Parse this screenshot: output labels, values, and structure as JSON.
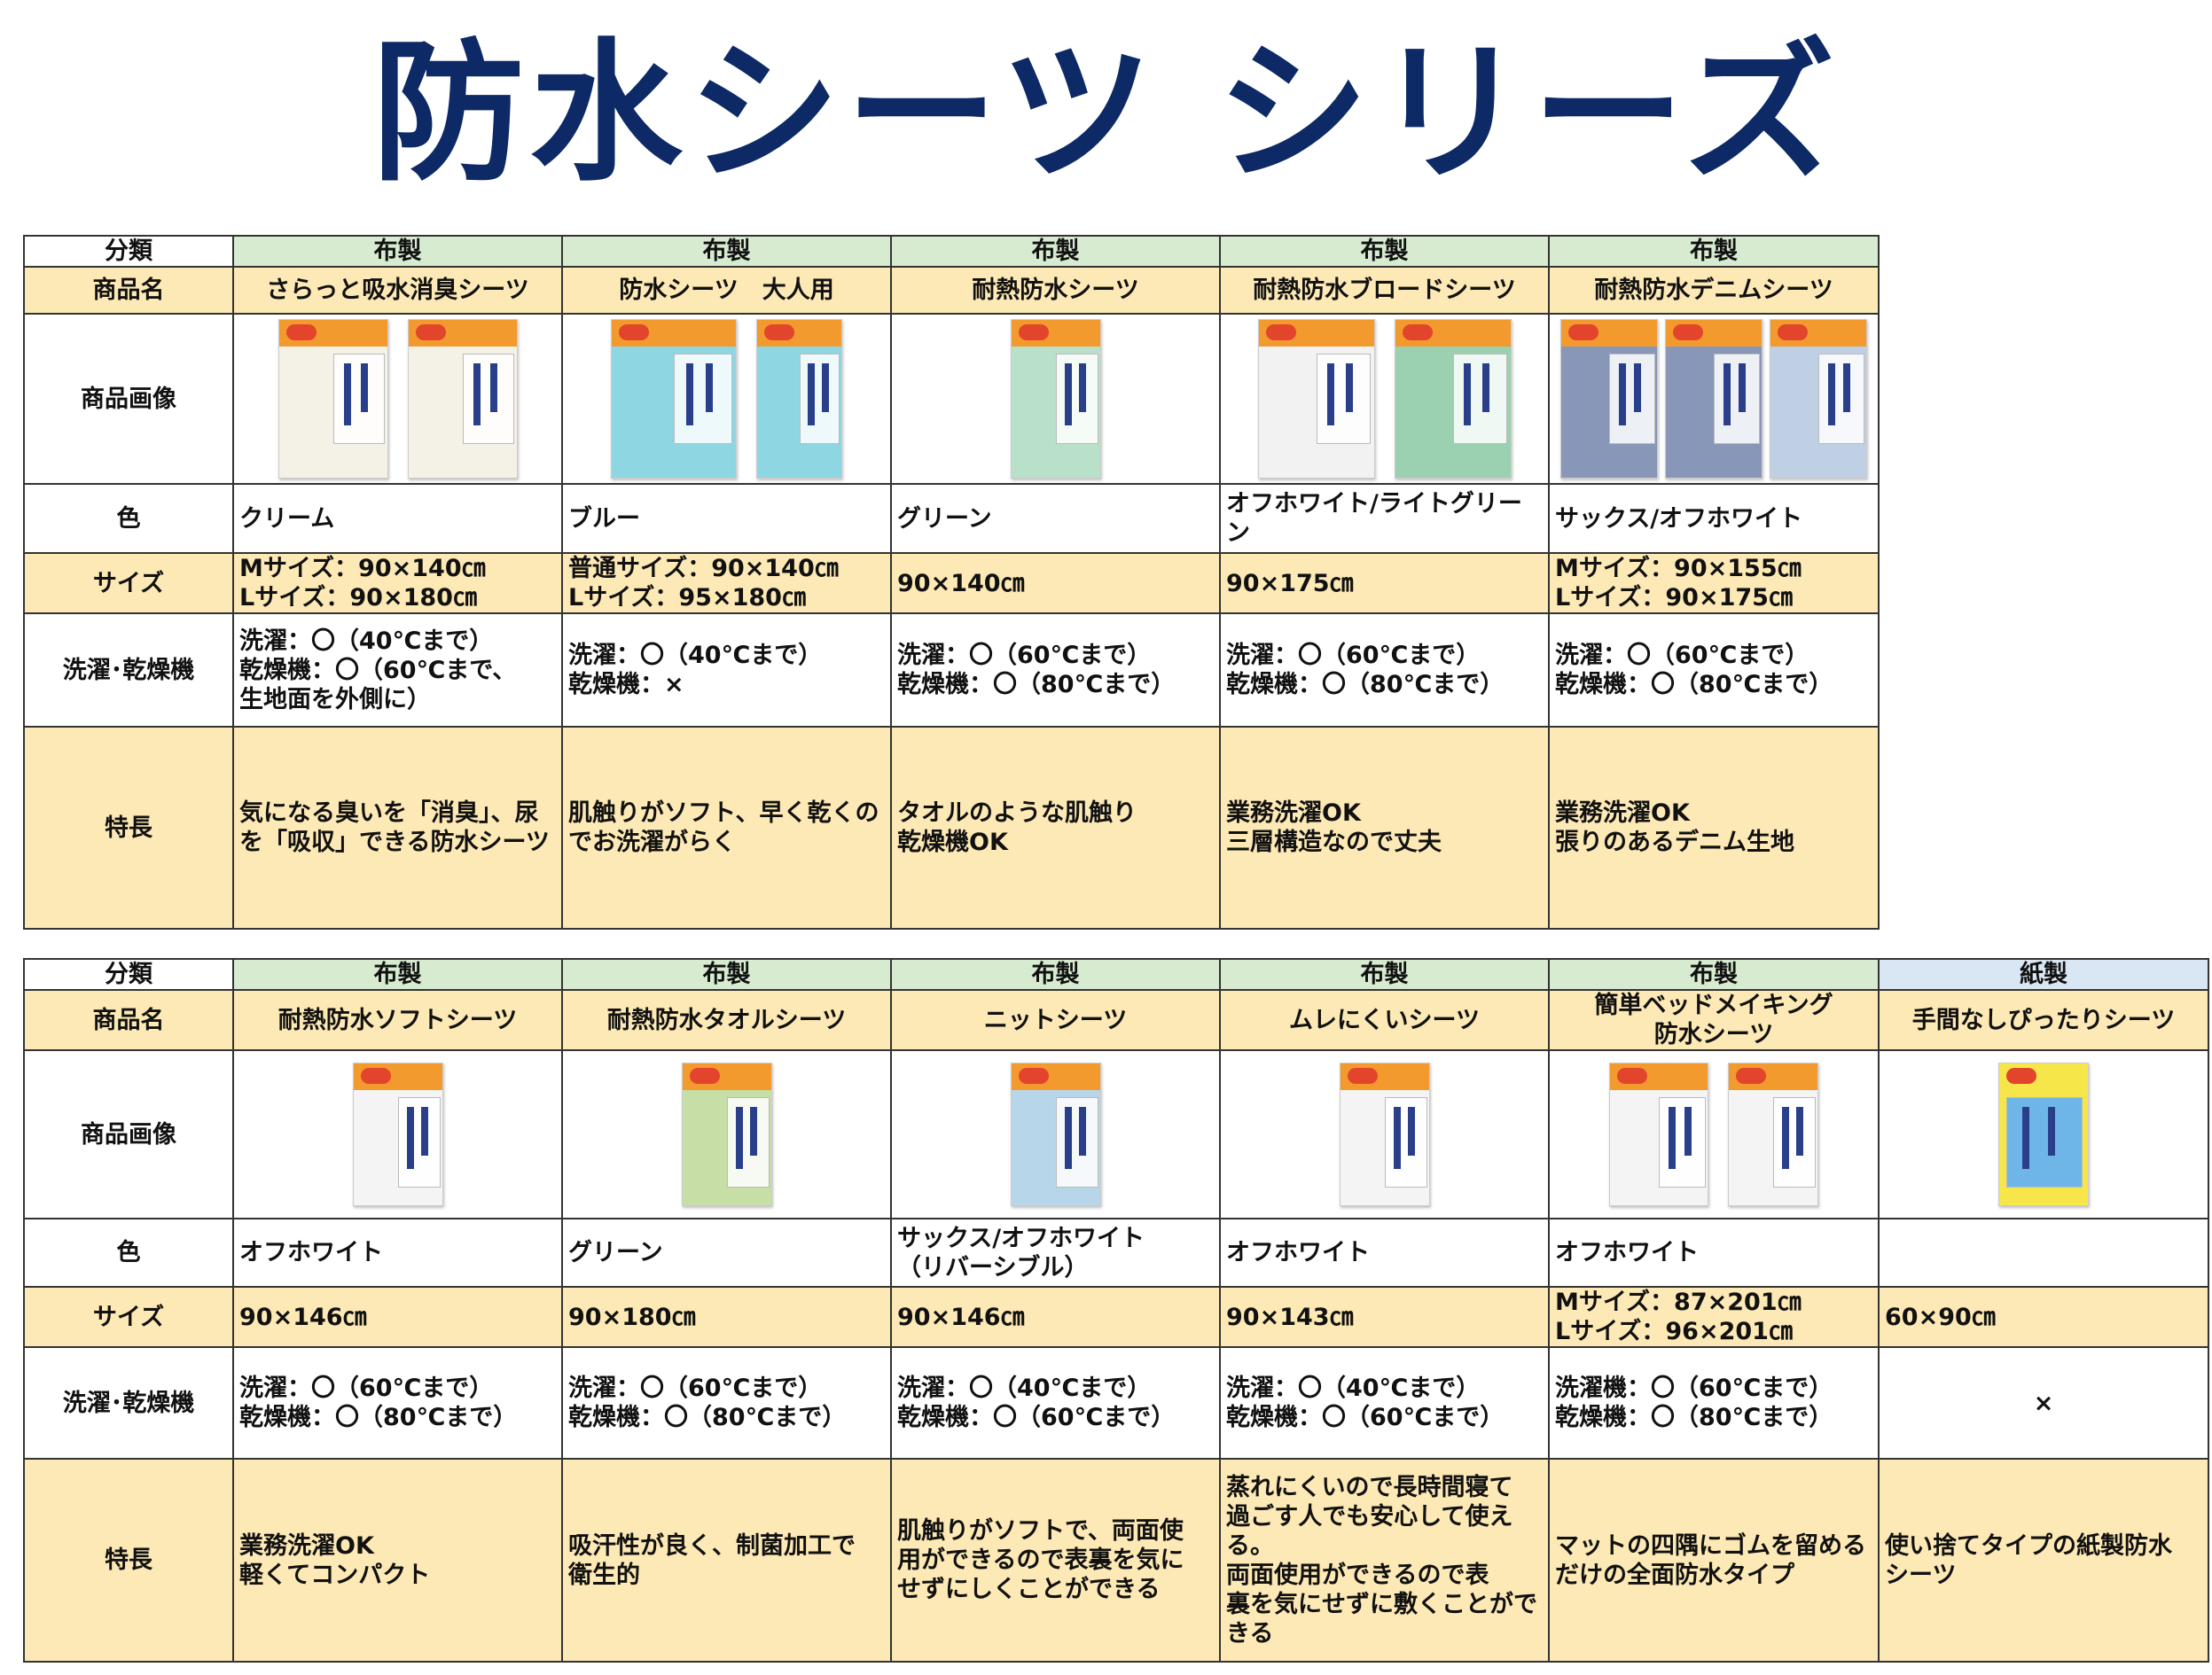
{
  "title": "防水シーツ シリーズ",
  "row_headers": {
    "category": "分類",
    "name": "商品名",
    "image": "商品画像",
    "color": "色",
    "size": "サイズ",
    "wash": "洗濯･乾燥機",
    "feature": "特長"
  },
  "table1": {
    "products": [
      {
        "category": "布製",
        "name": "さらっと吸水消臭シーツ",
        "image_icon": "sheet-package-icon",
        "color": "クリーム",
        "size": "Mサイズ：90×140㎝\nLサイズ：90×180㎝",
        "wash": "洗濯：〇（40℃まで）\n乾燥機：〇（60℃まで、\n生地面を外側に）",
        "feature": "気になる臭いを「消臭」、尿\nを「吸収」できる防水シーツ"
      },
      {
        "category": "布製",
        "name": "防水シーツ　大人用",
        "image_icon": "sheet-package-icon",
        "color": "ブルー",
        "size": "普通サイズ：90×140㎝\nLサイズ：95×180㎝",
        "wash": "洗濯：〇（40℃まで）\n乾燥機：×",
        "feature": "肌触りがソフト、早く乾くの\nでお洗濯がらく"
      },
      {
        "category": "布製",
        "name": "耐熱防水シーツ",
        "image_icon": "sheet-package-icon",
        "color": "グリーン",
        "size": "90×140㎝",
        "wash": "洗濯：〇（60℃まで）\n乾燥機：〇（80℃まで）",
        "feature": "タオルのような肌触り\n乾燥機OK"
      },
      {
        "category": "布製",
        "name": "耐熱防水ブロードシーツ",
        "image_icon": "sheet-package-icon",
        "color": "オフホワイト/ライトグリーン",
        "size": "90×175㎝",
        "wash": "洗濯：〇（60℃まで）\n乾燥機：〇（80℃まで）",
        "feature": "業務洗濯OK\n三層構造なので丈夫"
      },
      {
        "category": "布製",
        "name": "耐熱防水デニムシーツ",
        "image_icon": "sheet-package-icon",
        "color": "サックス/オフホワイト",
        "size": "Mサイズ：90×155㎝\nLサイズ：90×175㎝",
        "wash": "洗濯：〇（60℃まで）\n乾燥機：〇（80℃まで）",
        "feature": "業務洗濯OK\n張りのあるデニム生地"
      }
    ]
  },
  "table2": {
    "products": [
      {
        "category": "布製",
        "name": "耐熱防水ソフトシーツ",
        "image_icon": "sheet-package-icon",
        "color": "オフホワイト",
        "size": "90×146㎝",
        "wash": "洗濯：〇（60℃まで）\n乾燥機：〇（80℃まで）",
        "feature": "業務洗濯OK\n軽くてコンパクト"
      },
      {
        "category": "布製",
        "name": "耐熱防水タオルシーツ",
        "image_icon": "sheet-package-icon",
        "color": "グリーン",
        "size": "90×180㎝",
        "wash": "洗濯：〇（60℃まで）\n乾燥機：〇（80℃まで）",
        "feature": "吸汗性が良く、制菌加工で\n衛生的"
      },
      {
        "category": "布製",
        "name": "ニットシーツ",
        "image_icon": "sheet-package-icon",
        "color": "サックス/オフホワイト\n（リバーシブル）",
        "size": "90×146㎝",
        "wash": "洗濯：〇（40℃まで）\n乾燥機：〇（60℃まで）",
        "feature": "肌触りがソフトで、両面使\n用ができるので表裏を気に\nせずにしくことができる"
      },
      {
        "category": "布製",
        "name": "ムレにくいシーツ",
        "image_icon": "sheet-package-icon",
        "color": "オフホワイト",
        "size": "90×143㎝",
        "wash": "洗濯：〇（40℃まで）\n乾燥機：〇（60℃まで）",
        "feature": "蒸れにくいので長時間寝て\n過ごす人でも安心して使え\nる。\n両面使用ができるので表\n裏を気にせずに敷くことがで\nきる"
      },
      {
        "category": "布製",
        "name": "簡単ベッドメイキング\n防水シーツ",
        "image_icon": "sheet-package-icon",
        "color": "オフホワイト",
        "size": "Mサイズ：87×201㎝\nLサイズ：96×201㎝",
        "wash": "洗濯機：〇（60℃まで）\n乾燥機：〇（80℃まで）",
        "feature": "マットの四隅にゴムを留める\nだけの全面防水タイプ"
      },
      {
        "category": "紙製",
        "name": "手間なしぴったりシーツ",
        "image_icon": "sheet-package-icon",
        "color": "",
        "size": "60×90㎝",
        "wash": "×",
        "feature": "使い捨てタイプの紙製防水\nシーツ"
      }
    ]
  },
  "colors": {
    "title": "#0d2a66",
    "header_yellow": "#fde9b5",
    "category_green": "#d6ebcf",
    "category_blue": "#d9e6f3",
    "border": "#333333"
  }
}
